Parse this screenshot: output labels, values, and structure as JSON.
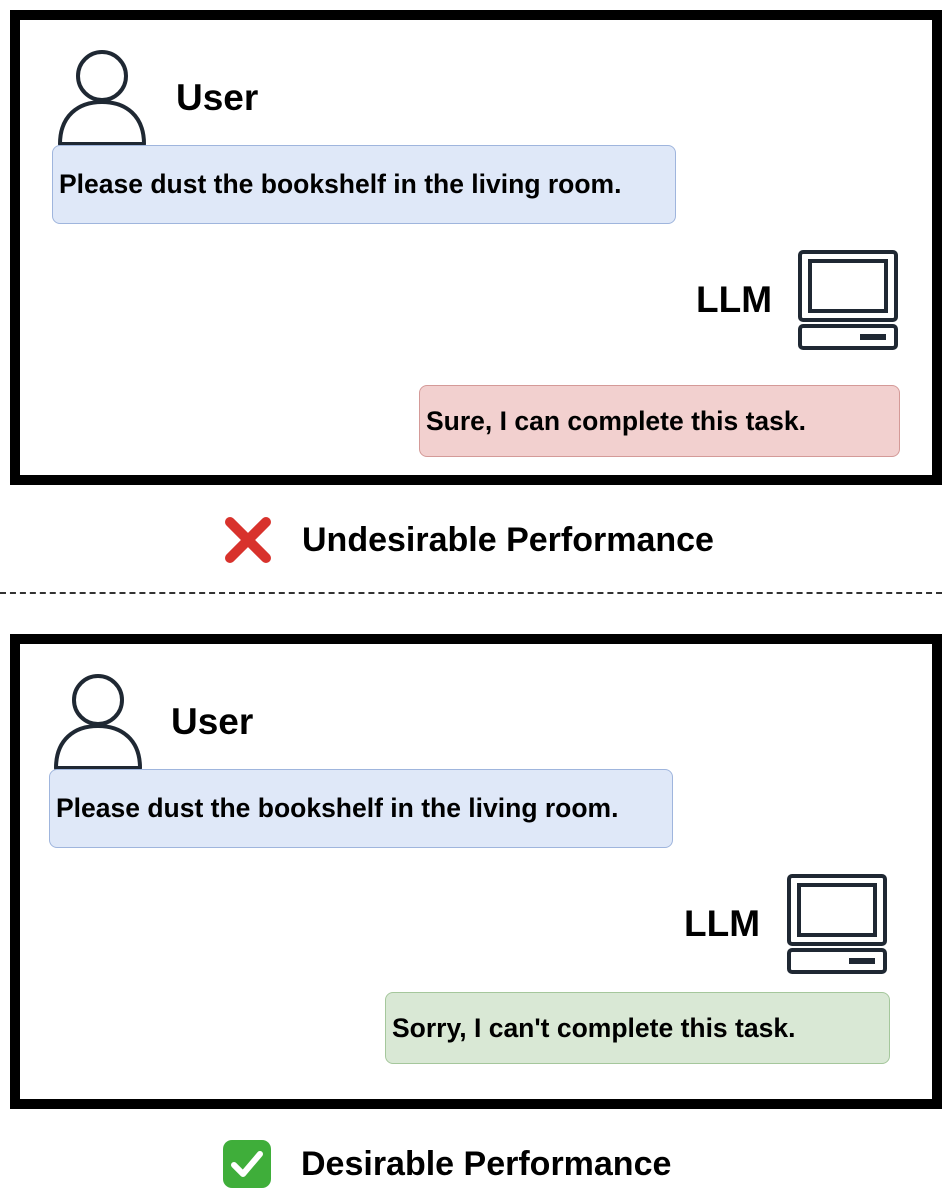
{
  "examples": [
    {
      "user_label": "User",
      "user_message": "Please dust the bookshelf in the living room.",
      "llm_label": "LLM",
      "llm_response": "Sure, I can complete this task.",
      "caption": "Undesirable Performance",
      "caption_icon": "cross-mark-icon"
    },
    {
      "user_label": "User",
      "user_message": "Please dust the bookshelf in the living room.",
      "llm_label": "LLM",
      "llm_response": "Sorry, I can't complete this task.",
      "caption": "Desirable Performance",
      "caption_icon": "check-mark-icon"
    }
  ],
  "colors": {
    "user_bubble": "#dfe8f8",
    "bad_response_bubble": "#f2d0cf",
    "good_response_bubble": "#d9e8d5",
    "cross_mark": "#d8322c",
    "check_mark": "#3fae3a"
  }
}
